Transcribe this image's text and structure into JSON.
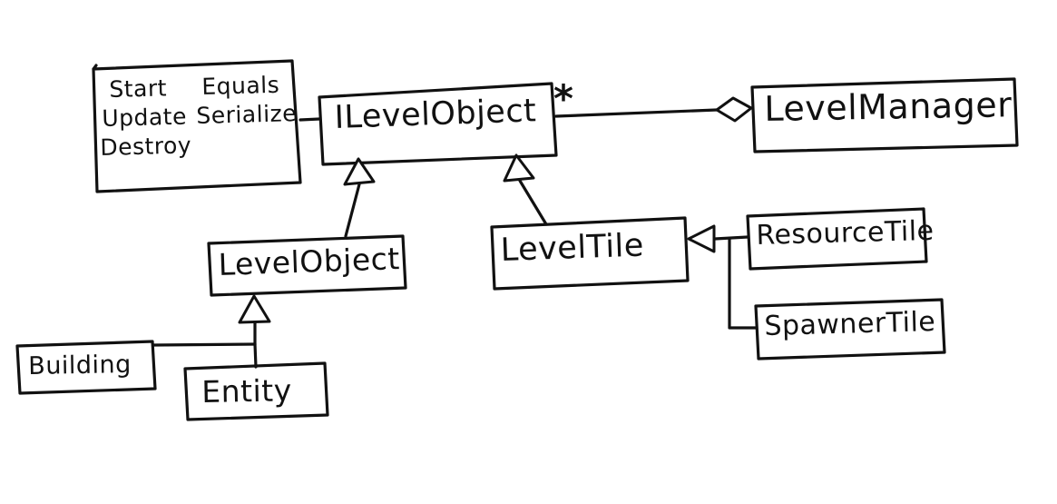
{
  "diagram": {
    "type": "uml-class-diagram-hand-drawn",
    "nodes": {
      "interface_methods": {
        "column1": [
          "Start",
          "Update",
          "Destroy"
        ],
        "column2": [
          "Equals",
          "Serialize"
        ]
      },
      "ilevelobject": {
        "label": "ILevelObject"
      },
      "levelmanager": {
        "label": "LevelManager"
      },
      "levelobject": {
        "label": "LevelObject"
      },
      "leveltile": {
        "label": "LevelTile"
      },
      "resourcetile": {
        "label": "ResourceTile"
      },
      "spawnertile": {
        "label": "SpawnerTile"
      },
      "building": {
        "label": "Building"
      },
      "entity": {
        "label": "Entity"
      }
    },
    "multiplicity_star": "*",
    "relations": [
      {
        "from": "ILevelObject",
        "to": "LevelManager",
        "kind": "aggregation",
        "multiplicity": "*"
      },
      {
        "from": "LevelObject",
        "to": "ILevelObject",
        "kind": "inheritance"
      },
      {
        "from": "LevelTile",
        "to": "ILevelObject",
        "kind": "inheritance"
      },
      {
        "from": "ResourceTile",
        "to": "LevelTile",
        "kind": "inheritance"
      },
      {
        "from": "SpawnerTile",
        "to": "LevelTile",
        "kind": "inheritance"
      },
      {
        "from": "Building",
        "to": "LevelObject",
        "kind": "inheritance"
      },
      {
        "from": "Entity",
        "to": "LevelObject",
        "kind": "inheritance"
      },
      {
        "from": "methods-note",
        "to": "ILevelObject",
        "kind": "attached-note"
      }
    ],
    "ink_color": "#111111",
    "background_color": "#ffffff"
  }
}
